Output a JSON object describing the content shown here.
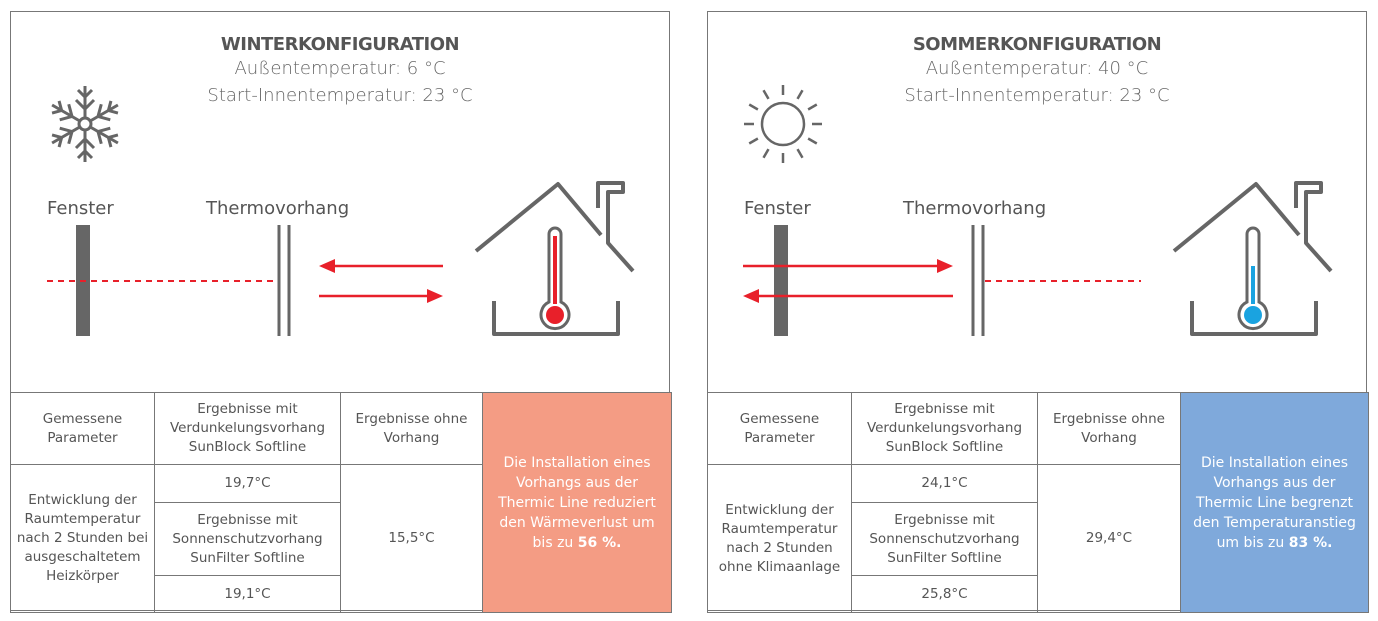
{
  "colors": {
    "winter_accent": "#e8202a",
    "summer_accent": "#1aa3e0",
    "winter_note_bg": "#f49c84",
    "summer_note_bg": "#7fa9db",
    "icon_gray": "#666666"
  },
  "winter": {
    "title": "WINTERKONFIGURATION",
    "outside_temp": "Außentemperatur: 6 °C",
    "start_temp": "Start-Innentemperatur: 23 °C",
    "icon": "snowflake-icon",
    "window_label": "Fenster",
    "curtain_label": "Thermovorhang",
    "table": {
      "h1": "Gemessene Parameter",
      "h2": "Ergebnisse mit Verdunkelungsvorhang SunBlock Softline",
      "h3": "Ergebnisse ohne Vorhang",
      "param": "Entwicklung der Raumtemperatur nach 2 Stunden bei ausgeschaltetem Heizkörper",
      "v1": "19,7°C",
      "h4": "Ergebnisse mit Sonnenschutzvorhang SunFilter Softline",
      "v2": "19,1°C",
      "v3": "15,5°C",
      "note": "Die Installation eines Vorhangs aus der Thermic Line reduziert den Wärmeverlust um bis zu ",
      "note_bold": "56 %."
    }
  },
  "summer": {
    "title": "SOMMERKONFIGURATION",
    "outside_temp": "Außentemperatur: 40 °C",
    "start_temp": "Start-Innentemperatur: 23 °C",
    "icon": "sun-icon",
    "window_label": "Fenster",
    "curtain_label": "Thermovorhang",
    "table": {
      "h1": "Gemessene Parameter",
      "h2": "Ergebnisse mit Verdunkelungsvorhang SunBlock Softline",
      "h3": "Ergebnisse ohne Vorhang",
      "param": "Entwicklung der Raumtemperatur nach 2 Stunden ohne Klimaanlage",
      "v1": "24,1°C",
      "h4": "Ergebnisse mit Sonnenschutzvorhang SunFilter Softline",
      "v2": "25,8°C",
      "v3": "29,4°C",
      "note": "Die Installation eines Vorhangs aus der Thermic Line begrenzt den Temperaturanstieg um bis zu ",
      "note_bold": "83 %."
    }
  }
}
